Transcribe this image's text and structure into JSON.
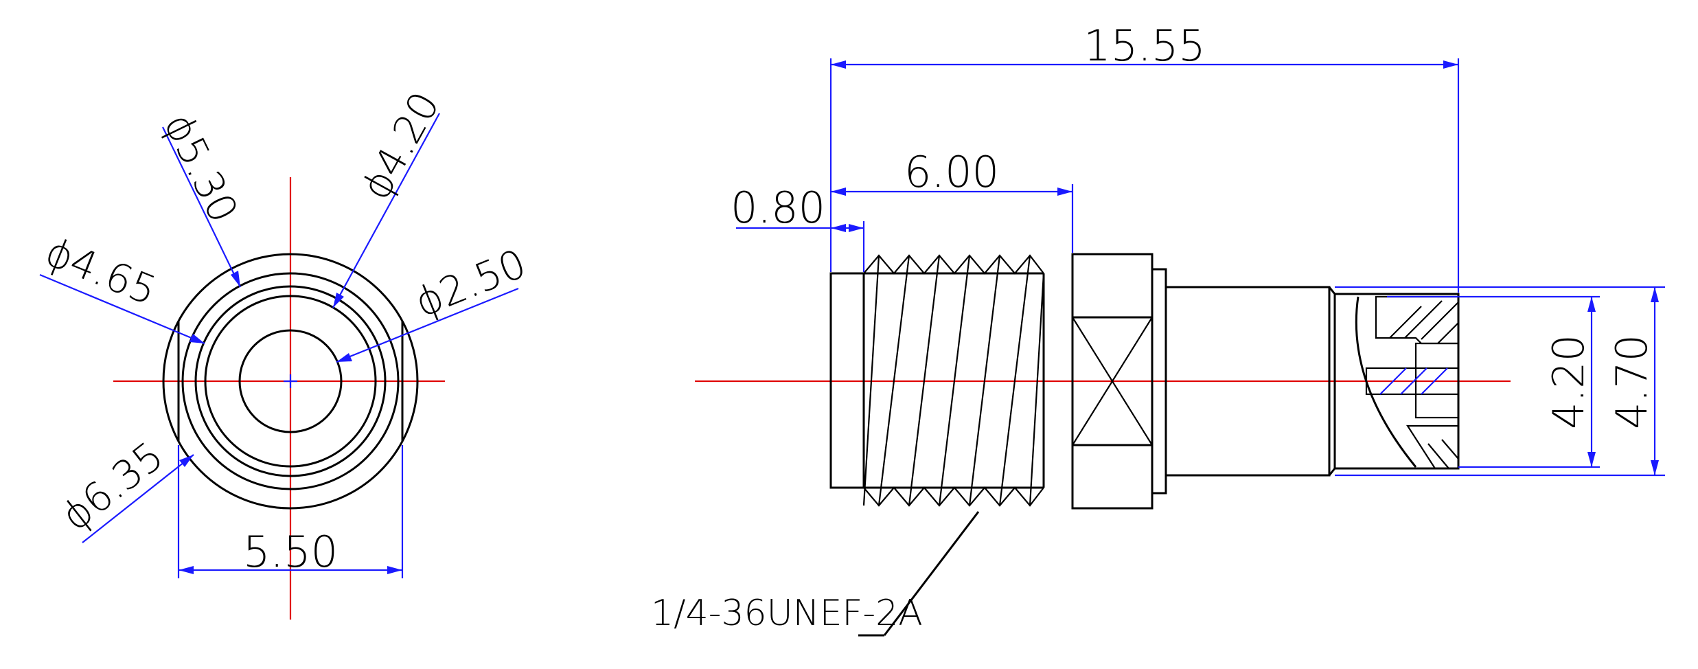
{
  "front_view": {
    "diameters": {
      "d530": "ϕ5.30",
      "d420": "ϕ4.20",
      "d465": "ϕ4.65",
      "d250": "ϕ2.50",
      "d635": "ϕ6.35"
    },
    "width": "5.50"
  },
  "side_view": {
    "overall_length": "15.55",
    "thread_length": "6.00",
    "chamfer": "0.80",
    "inner_dia": "4.20",
    "outer_dia": "4.70",
    "thread_spec": "1/4-36UNEF-2A"
  },
  "colors": {
    "object": "#000000",
    "centerline": "#e00000",
    "dimension": "#1a1aff"
  }
}
